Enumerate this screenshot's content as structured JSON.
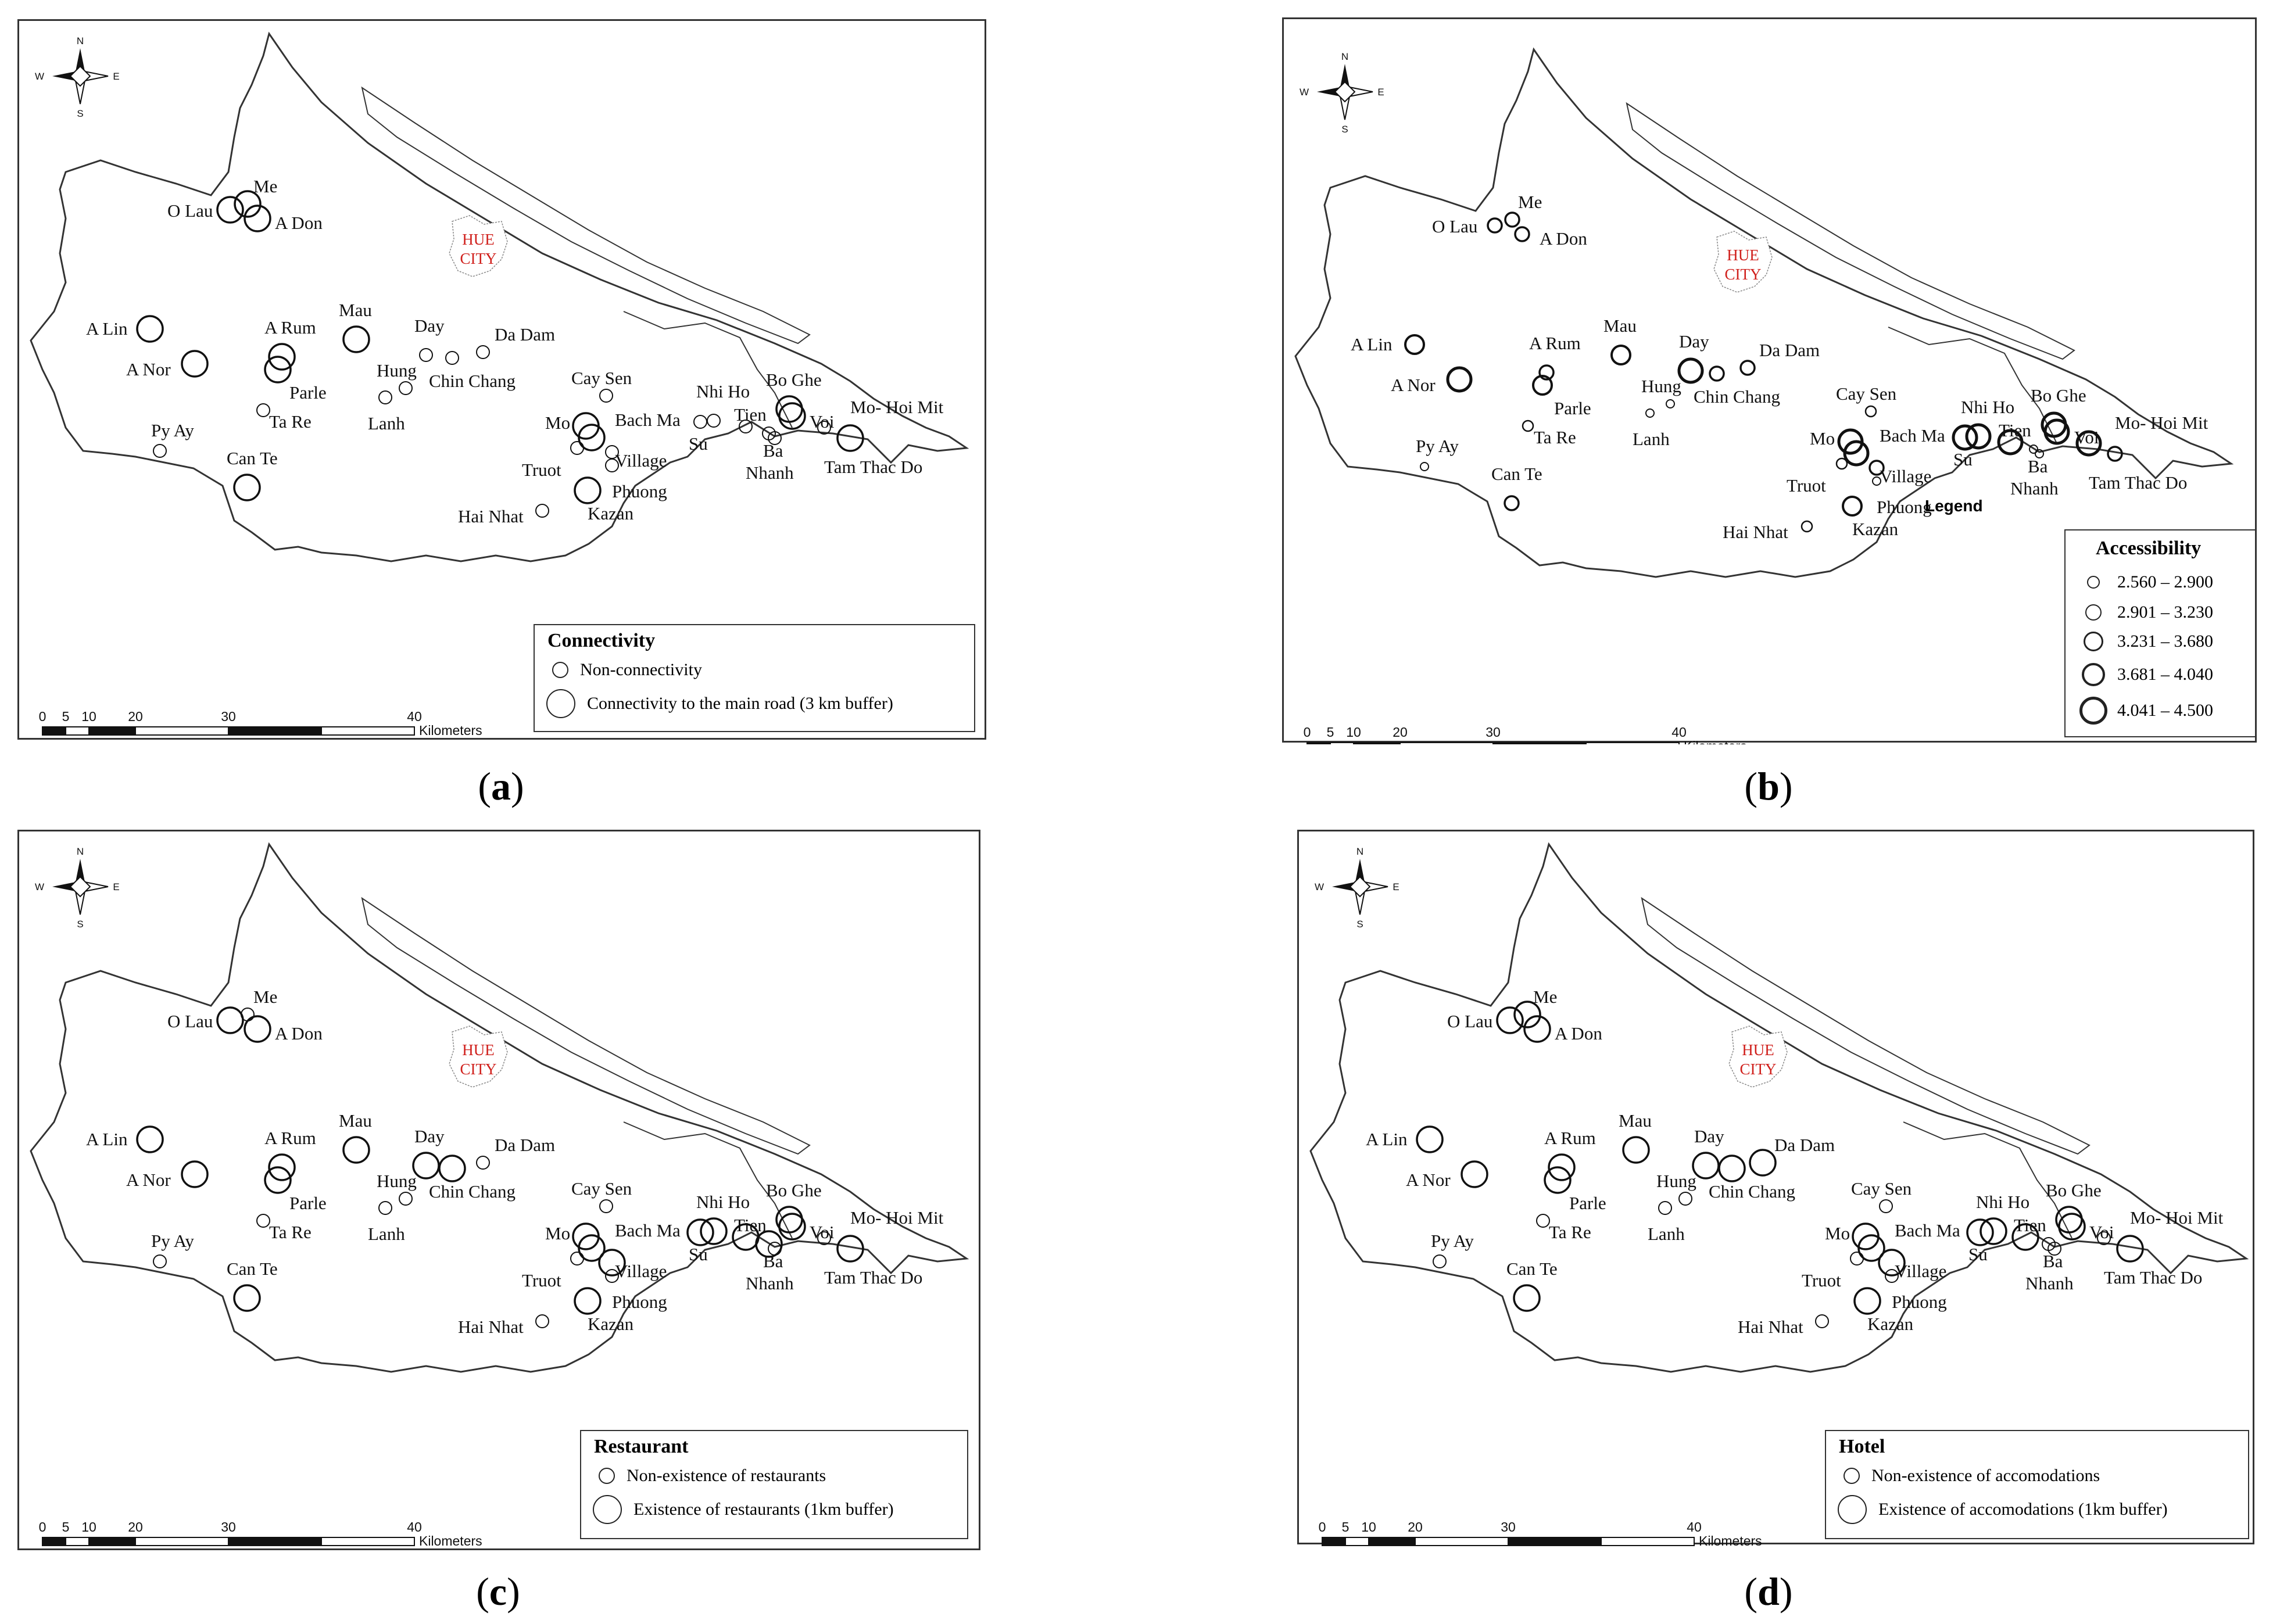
{
  "figure": {
    "places": [
      {
        "id": "me",
        "label": "Me"
      },
      {
        "id": "olau",
        "label": "O Lau"
      },
      {
        "id": "adon",
        "label": "A Don"
      },
      {
        "id": "alin",
        "label": "A Lin"
      },
      {
        "id": "anor",
        "label": "A Nor"
      },
      {
        "id": "arum",
        "label": "A Rum"
      },
      {
        "id": "parle",
        "label": "Parle"
      },
      {
        "id": "mau",
        "label": "Mau"
      },
      {
        "id": "day",
        "label": "Day"
      },
      {
        "id": "dadam",
        "label": "Da Dam"
      },
      {
        "id": "chinchang",
        "label": "Chin Chang"
      },
      {
        "id": "hung",
        "label": "Hung"
      },
      {
        "id": "lanh",
        "label": "Lanh"
      },
      {
        "id": "tare",
        "label": "Ta Re"
      },
      {
        "id": "pyay",
        "label": "Py Ay"
      },
      {
        "id": "cante",
        "label": "Can Te"
      },
      {
        "id": "caysen",
        "label": "Cay Sen"
      },
      {
        "id": "mo",
        "label": "Mo"
      },
      {
        "id": "bachma",
        "label": "Bach Ma"
      },
      {
        "id": "village",
        "label": "Village"
      },
      {
        "id": "truot",
        "label": "Truot"
      },
      {
        "id": "phuong",
        "label": "Phuong"
      },
      {
        "id": "kazan",
        "label": "Kazan"
      },
      {
        "id": "hainhat",
        "label": "Hai Nhat"
      },
      {
        "id": "nhiho",
        "label": "Nhi Ho"
      },
      {
        "id": "su",
        "label": "Su"
      },
      {
        "id": "tien",
        "label": "Tien"
      },
      {
        "id": "ba",
        "label": "Ba"
      },
      {
        "id": "nhanh",
        "label": "Nhanh"
      },
      {
        "id": "boghe",
        "label": "Bo Ghe"
      },
      {
        "id": "voi",
        "label": "Voi"
      },
      {
        "id": "mohoimit",
        "label": "Mo- Hoi Mit"
      },
      {
        "id": "tamthacdo",
        "label": "Tam Thac Do"
      }
    ],
    "city_label": [
      "HUE",
      "CITY"
    ],
    "compass": {
      "n": "N",
      "s": "S",
      "e": "E",
      "w": "W"
    },
    "scale_ticks": [
      "0",
      "5",
      "10",
      "20",
      "30",
      "40"
    ],
    "scale_unit": "Kilometers",
    "colors": {
      "outline": "#333333",
      "city_text": "#d0201c",
      "symbol": "#111111"
    }
  },
  "panels": [
    {
      "key": "a",
      "caption": "a",
      "legend": {
        "title": "Connectivity",
        "items": [
          {
            "label": "Non-connectivity",
            "level": 0
          },
          {
            "label": "Connectivity to the main road (3 km buffer)",
            "level": 1
          }
        ]
      },
      "symbols": {
        "me": 1,
        "olau": 1,
        "adon": 1,
        "alin": 1,
        "anor": 1,
        "arum": 1,
        "parle": 1,
        "mau": 1,
        "day": 0,
        "dadam": 0,
        "chinchang": 0,
        "hung": 0,
        "lanh": 0,
        "tare": 0,
        "pyay": 0,
        "cante": 1,
        "caysen": 0,
        "mo": 1,
        "bachma": 1,
        "village": 0,
        "truot": 0,
        "phuong": 0,
        "kazan": 1,
        "hainhat": 0,
        "nhiho": 0,
        "su": 0,
        "tien": 0,
        "ba": 0,
        "nhanh": 0,
        "boghe": 1,
        "voi": 1,
        "mohoimit": 0,
        "tamthacdo": 1
      }
    },
    {
      "key": "b",
      "caption": "b",
      "legend": {
        "title": "Accessibility",
        "heading": "Legend",
        "items": [
          {
            "label": "2.560 – 2.900",
            "level": 0
          },
          {
            "label": "2.901 – 3.230",
            "level": 1
          },
          {
            "label": "3.231 – 3.680",
            "level": 2
          },
          {
            "label": "3.681 – 4.040",
            "level": 3
          },
          {
            "label": "4.041 – 4.500",
            "level": 4
          }
        ]
      },
      "symbols": {
        "me": 2,
        "olau": 2,
        "adon": 2,
        "alin": 3,
        "anor": 4,
        "arum": 2,
        "parle": 3,
        "mau": 3,
        "day": 4,
        "dadam": 2,
        "chinchang": 2,
        "hung": 0,
        "lanh": 0,
        "tare": 1,
        "pyay": 0,
        "cante": 2,
        "caysen": 1,
        "mo": 4,
        "bachma": 4,
        "village": 2,
        "truot": 1,
        "phuong": 0,
        "kazan": 3,
        "hainhat": 1,
        "nhiho": 4,
        "su": 4,
        "tien": 4,
        "ba": 0,
        "nhanh": 0,
        "boghe": 4,
        "voi": 4,
        "mohoimit": 4,
        "tamthacdo": 2
      }
    },
    {
      "key": "c",
      "caption": "c",
      "legend": {
        "title": "Restaurant",
        "items": [
          {
            "label": "Non-existence of restaurants",
            "level": 0
          },
          {
            "label": "Existence of restaurants (1km buffer)",
            "level": 1
          }
        ]
      },
      "symbols": {
        "me": 0,
        "olau": 1,
        "adon": 1,
        "alin": 1,
        "anor": 1,
        "arum": 1,
        "parle": 1,
        "mau": 1,
        "day": 1,
        "dadam": 0,
        "chinchang": 1,
        "hung": 0,
        "lanh": 0,
        "tare": 0,
        "pyay": 0,
        "cante": 1,
        "caysen": 0,
        "mo": 1,
        "bachma": 1,
        "village": 1,
        "truot": 0,
        "phuong": 0,
        "kazan": 1,
        "hainhat": 0,
        "nhiho": 1,
        "su": 1,
        "tien": 1,
        "ba": 1,
        "nhanh": 0,
        "boghe": 1,
        "voi": 1,
        "mohoimit": 0,
        "tamthacdo": 1
      }
    },
    {
      "key": "d",
      "caption": "d",
      "legend": {
        "title": "Hotel",
        "items": [
          {
            "label": "Non-existence of accomodations",
            "level": 0
          },
          {
            "label": "Existence of accomodations (1km buffer)",
            "level": 1
          }
        ]
      },
      "symbols": {
        "me": 1,
        "olau": 1,
        "adon": 1,
        "alin": 1,
        "anor": 1,
        "arum": 1,
        "parle": 1,
        "mau": 1,
        "day": 1,
        "dadam": 1,
        "chinchang": 1,
        "hung": 0,
        "lanh": 0,
        "tare": 0,
        "pyay": 0,
        "cante": 1,
        "caysen": 0,
        "mo": 1,
        "bachma": 1,
        "village": 1,
        "truot": 0,
        "phuong": 0,
        "kazan": 1,
        "hainhat": 0,
        "nhiho": 1,
        "su": 1,
        "tien": 1,
        "ba": 0,
        "nhanh": 0,
        "boghe": 1,
        "voi": 1,
        "mohoimit": 0,
        "tamthacdo": 1
      }
    }
  ]
}
